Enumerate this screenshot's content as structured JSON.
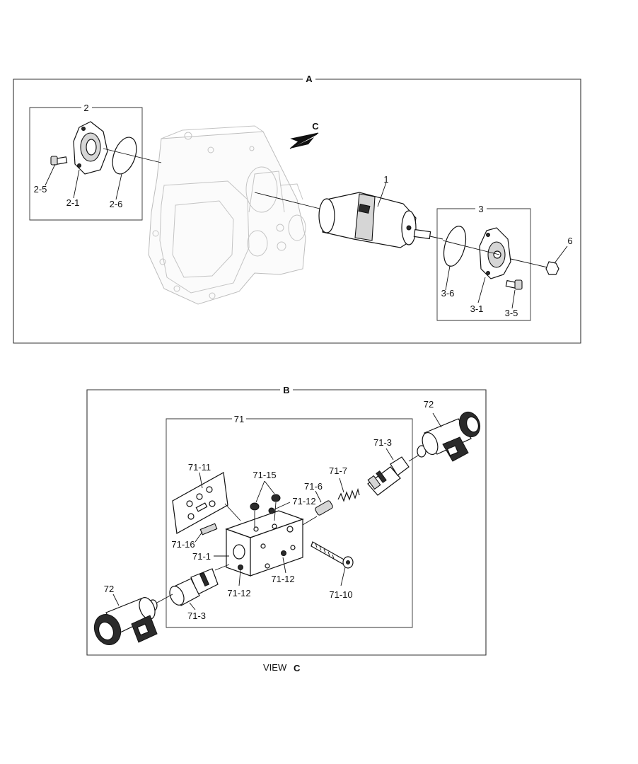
{
  "section_a": {
    "title": "A",
    "view_arrow": "C",
    "labels": {
      "group_2": "2",
      "p2_5": "2-5",
      "p2_1": "2-1",
      "p2_6": "2-6",
      "p1": "1",
      "group_3": "3",
      "p3_6": "3-6",
      "p3_1": "3-1",
      "p3_5": "3-5",
      "p6": "6"
    }
  },
  "section_b": {
    "title": "B",
    "labels": {
      "group_71": "71",
      "p72_top": "72",
      "p72_bottom": "72",
      "p71_3_top": "71-3",
      "p71_3_bottom": "71-3",
      "p71_11": "71-11",
      "p71_15": "71-15",
      "p71_7": "71-7",
      "p71_6": "71-6",
      "p71_12_top": "71-12",
      "p71_12_right": "71-12",
      "p71_12_bottom": "71-12",
      "p71_16": "71-16",
      "p71_1": "71-1",
      "p71_10": "71-10"
    },
    "view_caption": {
      "word": "VIEW",
      "letter": "C"
    }
  },
  "icons": [
    "hydraulic-pump-body",
    "regulator-cylinder",
    "cover-plate",
    "o-ring",
    "hex-nut",
    "socket-bolt",
    "solenoid-valve",
    "valve-block",
    "gasket",
    "spring",
    "cartridge-valve"
  ]
}
